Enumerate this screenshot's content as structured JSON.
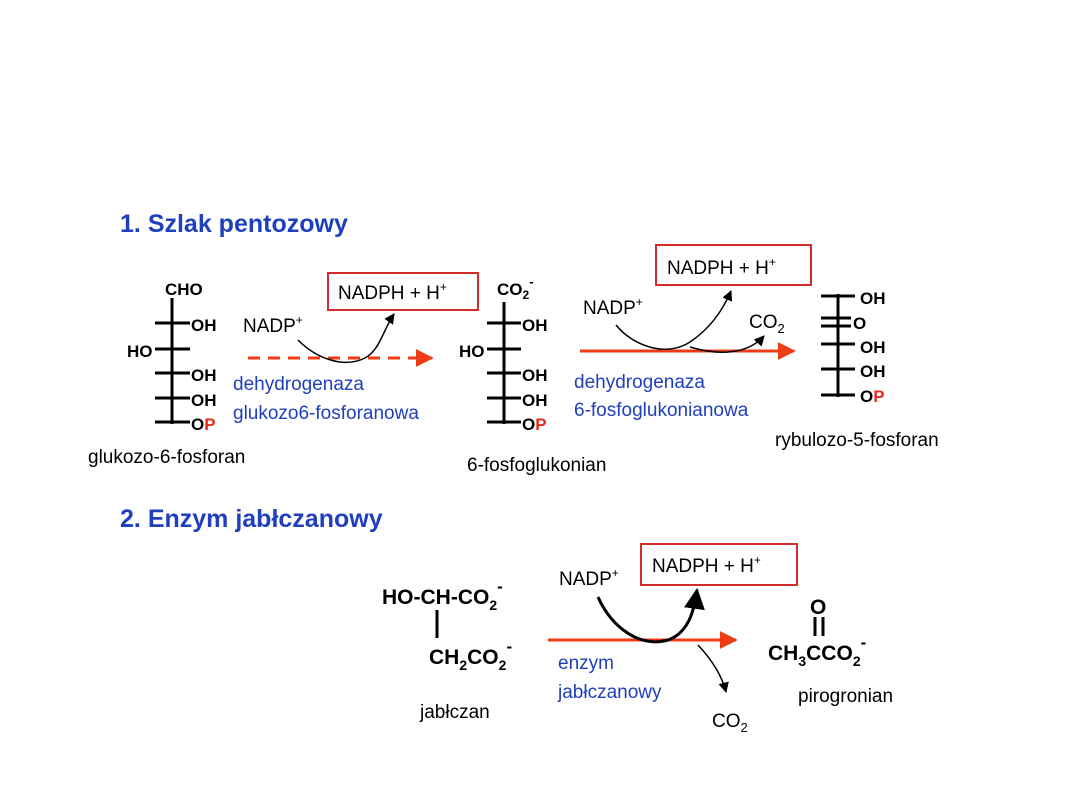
{
  "colors": {
    "heading": "#1f3fbf",
    "enzyme": "#1f3fbf",
    "box": "#d42a2a",
    "arrow": "#f03c14",
    "phosphate": "#e8291c",
    "text": "#000000"
  },
  "section1": {
    "number": "1.",
    "title": "Szlak pentozowy",
    "glucose": {
      "top": "CHO",
      "c2": "OH",
      "c3": "HO",
      "c4": "OH",
      "c5": "OH",
      "c6_o": "O",
      "c6_p": "P",
      "name": "glukozo-6-fosforan"
    },
    "step1": {
      "nadp": "NADP",
      "nadp_sup": "+",
      "product_main": "NADPH + H",
      "product_sup": "+",
      "enzyme_line1": "dehydrogenaza",
      "enzyme_line2": "glukozo6-fosforanowa"
    },
    "gluconate": {
      "top_main": "CO",
      "top_sub": "2",
      "top_sup": "-",
      "c2": "OH",
      "c3": "HO",
      "c4": "OH",
      "c5": "OH",
      "c6_o": "O",
      "c6_p": "P",
      "name": "6-fosfoglukonian"
    },
    "step2": {
      "nadp": "NADP",
      "nadp_sup": "+",
      "product_main": "NADPH + H",
      "product_sup": "+",
      "co2_main": "CO",
      "co2_sub": "2",
      "enzyme_line1": "dehydrogenaza",
      "enzyme_line2": "6-fosfoglukonianowa"
    },
    "ribulose": {
      "c1": "OH",
      "c2": "O",
      "c3": "OH",
      "c4": "OH",
      "c5_o": "O",
      "c5_p": "P",
      "name": "rybulozo-5-fosforan"
    }
  },
  "section2": {
    "number": "2.",
    "title": "Enzym jabłczanowy",
    "malate": {
      "line1_main": "HO-CH-CO",
      "line1_sub": "2",
      "line1_sup": "-",
      "line2_main": "CH",
      "line2_sub1": "2",
      "line2_mid": "CO",
      "line2_sub2": "2",
      "line2_sup": "-",
      "name": "jabłczan"
    },
    "reaction": {
      "nadp": "NADP",
      "nadp_sup": "+",
      "product_main": "NADPH + H",
      "product_sup": "+",
      "co2_main": "CO",
      "co2_sub": "2",
      "enzyme_line1": "enzym",
      "enzyme_line2": "jabłczanowy"
    },
    "pyruvate": {
      "top": "O",
      "main1": "CH",
      "sub1": "3",
      "main2": "CCO",
      "sub2": "2",
      "sup": "-",
      "name": "pirogronian"
    }
  }
}
